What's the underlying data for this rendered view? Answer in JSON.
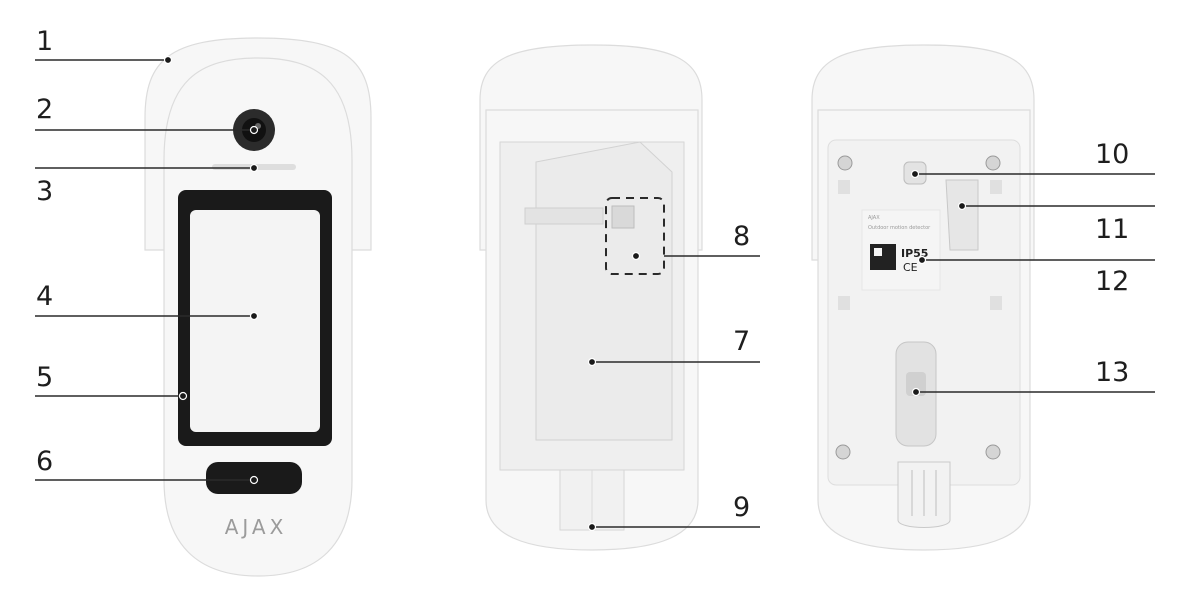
{
  "brand_logo_text": "AJAX",
  "labels": [
    {
      "id": "1",
      "text": "1"
    },
    {
      "id": "2",
      "text": "2"
    },
    {
      "id": "3",
      "text": "3"
    },
    {
      "id": "4",
      "text": "4"
    },
    {
      "id": "5",
      "text": "5"
    },
    {
      "id": "6",
      "text": "6"
    },
    {
      "id": "7",
      "text": "7"
    },
    {
      "id": "8",
      "text": "8"
    },
    {
      "id": "9",
      "text": "9"
    },
    {
      "id": "10",
      "text": "10"
    },
    {
      "id": "11",
      "text": "11"
    },
    {
      "id": "12",
      "text": "12"
    },
    {
      "id": "13",
      "text": "13"
    }
  ],
  "back_label": {
    "brand": "AJAX",
    "product_line": "Outdoor motion detector",
    "ip_rating": "IP55",
    "mark": "CE"
  },
  "colors": {
    "device_white": "#f7f7f7",
    "lens_black": "#1a1a1a",
    "text": "#1e1e1e"
  }
}
